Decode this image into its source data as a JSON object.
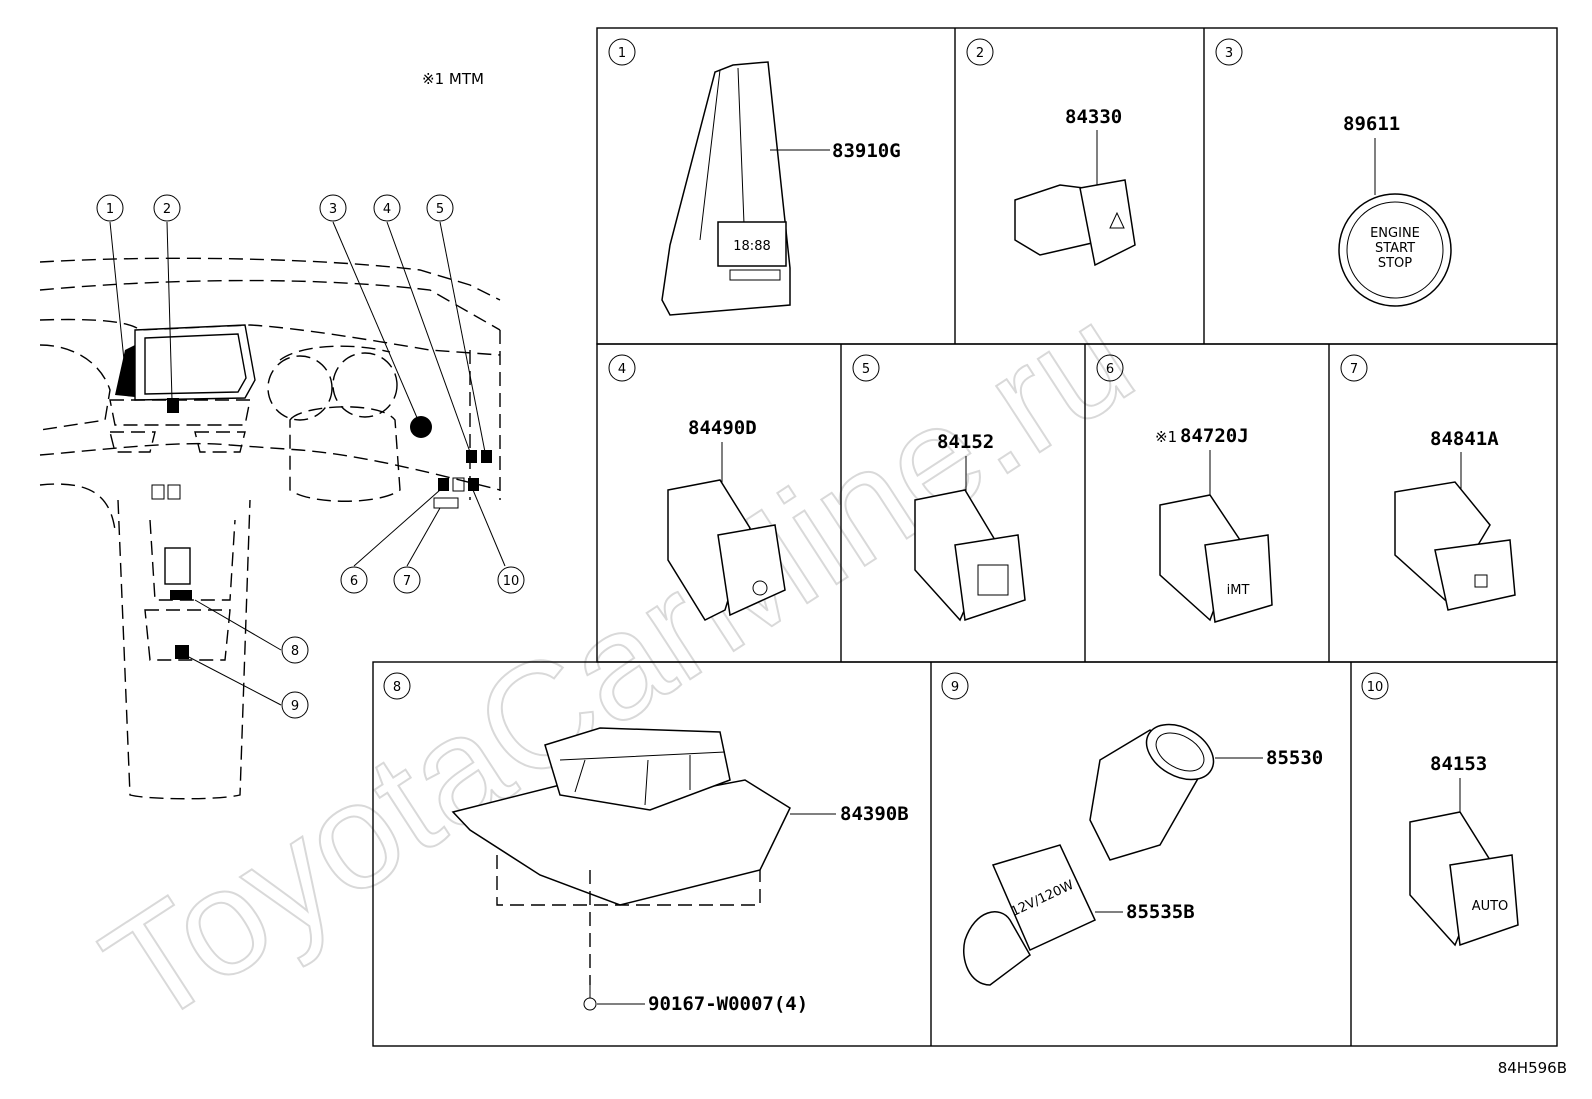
{
  "note": "※1 MTM",
  "footer_code": "84H596B",
  "watermark": "ToyotaCarMine.ru",
  "overview_callouts": [
    "1",
    "2",
    "3",
    "4",
    "5",
    "6",
    "7",
    "8",
    "9",
    "10"
  ],
  "panels": [
    {
      "index": "1",
      "part": "83910G"
    },
    {
      "index": "2",
      "part": "84330"
    },
    {
      "index": "3",
      "part": "89611",
      "caption": [
        "ENGINE",
        "START",
        "STOP"
      ]
    },
    {
      "index": "4",
      "part": "84490D"
    },
    {
      "index": "5",
      "part": "84152"
    },
    {
      "index": "6",
      "part": "84720J",
      "prefix": "※1",
      "caption": "iMT"
    },
    {
      "index": "7",
      "part": "84841A"
    },
    {
      "index": "8",
      "part": "84390B",
      "part2": "90167-W0007(4)"
    },
    {
      "index": "9",
      "part": "85530",
      "part2": "85535B",
      "caption": "12V/120W"
    },
    {
      "index": "10",
      "part": "84153",
      "caption": "AUTO"
    }
  ],
  "clock_display": "18:88"
}
